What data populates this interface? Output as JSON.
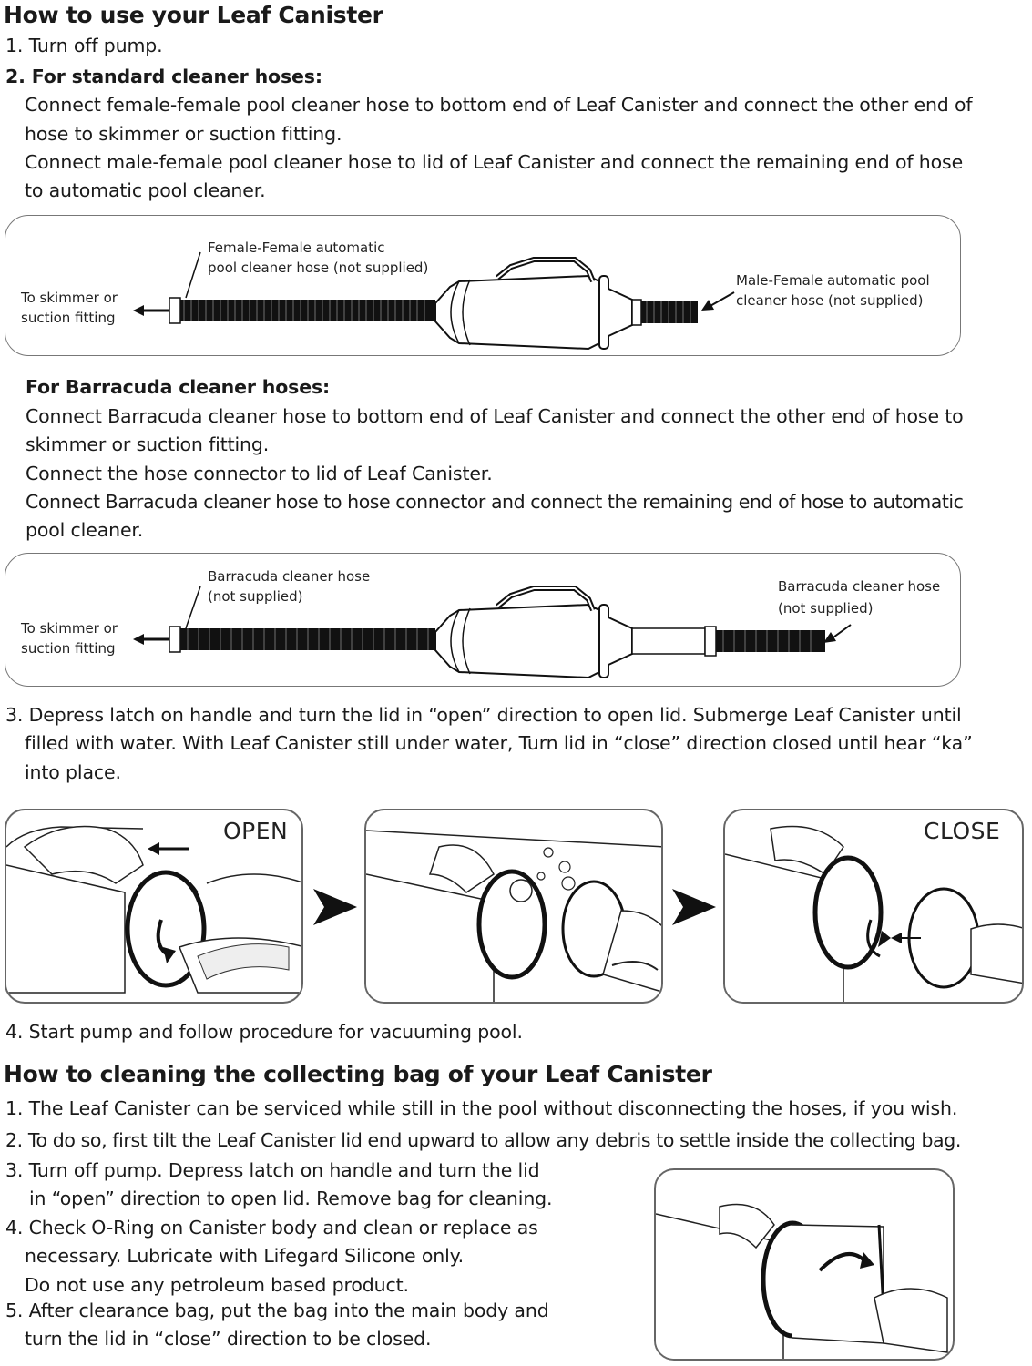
{
  "title1": "How to use your Leaf Canister",
  "step1": "1. Turn off pump.",
  "step2_heading": "2. For standard cleaner hoses:",
  "step2_lines": [
    "Connect female-female pool cleaner hose to bottom end of Leaf Canister and connect the other end of",
    "hose to skimmer or suction fitting.",
    "Connect male-female pool cleaner hose to lid of Leaf Canister and connect the remaining end of hose",
    "to automatic pool cleaner."
  ],
  "diagram1": {
    "left_label": [
      "To skimmer or",
      "suction fitting"
    ],
    "hose_label": [
      "Female-Female automatic",
      "pool cleaner hose (not supplied)"
    ],
    "right_label": [
      "Male-Female automatic pool",
      "cleaner hose (not supplied)"
    ]
  },
  "barracuda_heading": "For Barracuda cleaner hoses:",
  "barracuda_lines": [
    "Connect Barracuda cleaner hose to bottom end of Leaf Canister and connect the other end of hose to",
    "skimmer or suction fitting.",
    "Connect the hose connector to lid of Leaf Canister.",
    "Connect Barracuda cleaner hose to hose connector and connect the remaining end of hose to automatic",
    "pool cleaner."
  ],
  "diagram2": {
    "left_label": [
      "To skimmer or",
      "suction fitting"
    ],
    "hose_label": [
      "Barracuda cleaner hose",
      "(not supplied)"
    ],
    "right_label": [
      "Barracuda cleaner hose",
      "(not supplied)"
    ]
  },
  "step3_lines": [
    "3. Depress latch on handle and turn the lid in “open” direction to open lid. Submerge Leaf Canister until",
    "filled with water. With Leaf Canister still under water, Turn lid in “close” direction closed until hear “ka”",
    "into place."
  ],
  "photo_labels": {
    "open": "OPEN",
    "close": "CLOSE"
  },
  "step4": "4. Start pump and follow procedure for vacuuming pool.",
  "title2": "How to cleaning the collecting bag of your Leaf Canister",
  "clean_lines": [
    "1. The Leaf Canister can be serviced while still in the pool without disconnecting the hoses, if you wish.",
    "2. To do so, first tilt the Leaf Canister lid end upward to allow any debris to settle inside the collecting bag.",
    "3. Turn off pump. Depress latch on handle and turn the lid",
    "in “open” direction to open lid. Remove bag for cleaning.",
    "4. Check O-Ring on Canister body and clean or replace as",
    "necessary. Lubricate with Lifegard Silicone only.",
    "Do not use any petroleum based product.",
    "5. After clearance bag, put the bag into the main body and",
    "turn the lid in “close” direction to be closed."
  ]
}
